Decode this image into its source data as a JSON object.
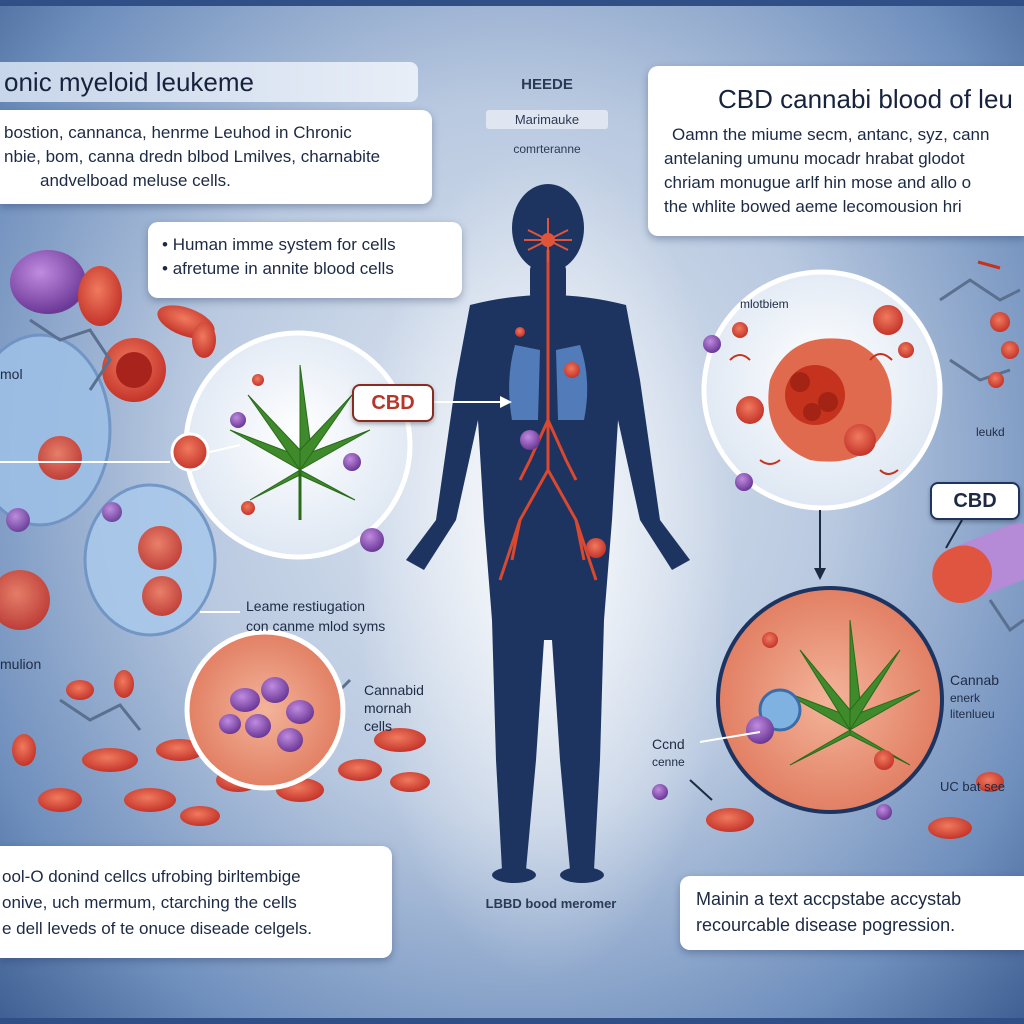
{
  "top_left_title": "onic myeloid leukeme",
  "left_info": {
    "lines": [
      "bostion, cannanca, henrme Leuhod in Chronic",
      "nbie, bom, canna dredn blbod Lmilves, charnabite",
      "andvelboad meluse cells."
    ]
  },
  "bullets": [
    "Human imme system for cells",
    "afretume in annite blood cells"
  ],
  "center_header": {
    "title": "HEEDE",
    "subtitle": "Marimauke",
    "caption": "comrteranne"
  },
  "right_info": {
    "title": "CBD cannabi blood of leu",
    "lines": [
      "Oamn the miume secm, antanc, syz, cann",
      "antelaning umunu mocadr hrabat glodot",
      "chriam monugue arlf hin mose and allo o",
      "the whlite bowed aeme lecomousion hri"
    ]
  },
  "cbd_tags": [
    "CBD",
    "CBD"
  ],
  "labels": {
    "left_mid": "mol",
    "left_low": "mulion",
    "middle_note_1": "Leame restiugation",
    "middle_note_2": "con canme mlod syms",
    "cannabis_cells": [
      "Cannabid",
      "mornah",
      "cells"
    ],
    "right_top_cell": "mlotbiem",
    "right_edge": "leukd",
    "right_low": [
      "Cannab",
      "enerk",
      "litenlueu"
    ],
    "cbd_lower_left": [
      "Ccnd",
      "cenne"
    ],
    "uc_note": "UC bat see"
  },
  "bottom_left": {
    "lines": [
      "ool-O donind cellcs ufrobing birltembige",
      "onive, uch mermum, ctarching the cells",
      "e dell leveds of te onuce diseade celgels."
    ]
  },
  "bottom_center": "LBBD bood meromer",
  "bottom_right": {
    "lines": [
      "Mainin a text accpstabe accystab",
      "recourcable disease pogression."
    ]
  },
  "colors": {
    "background": "#b9c9e0",
    "body_silhouette": "#1d3460",
    "vessel": "#d9482f",
    "leaf": "#3f8a2a",
    "rbc": "#d9463a",
    "wbc": "#8a4fb5",
    "cbd_text": "#b6372a"
  }
}
